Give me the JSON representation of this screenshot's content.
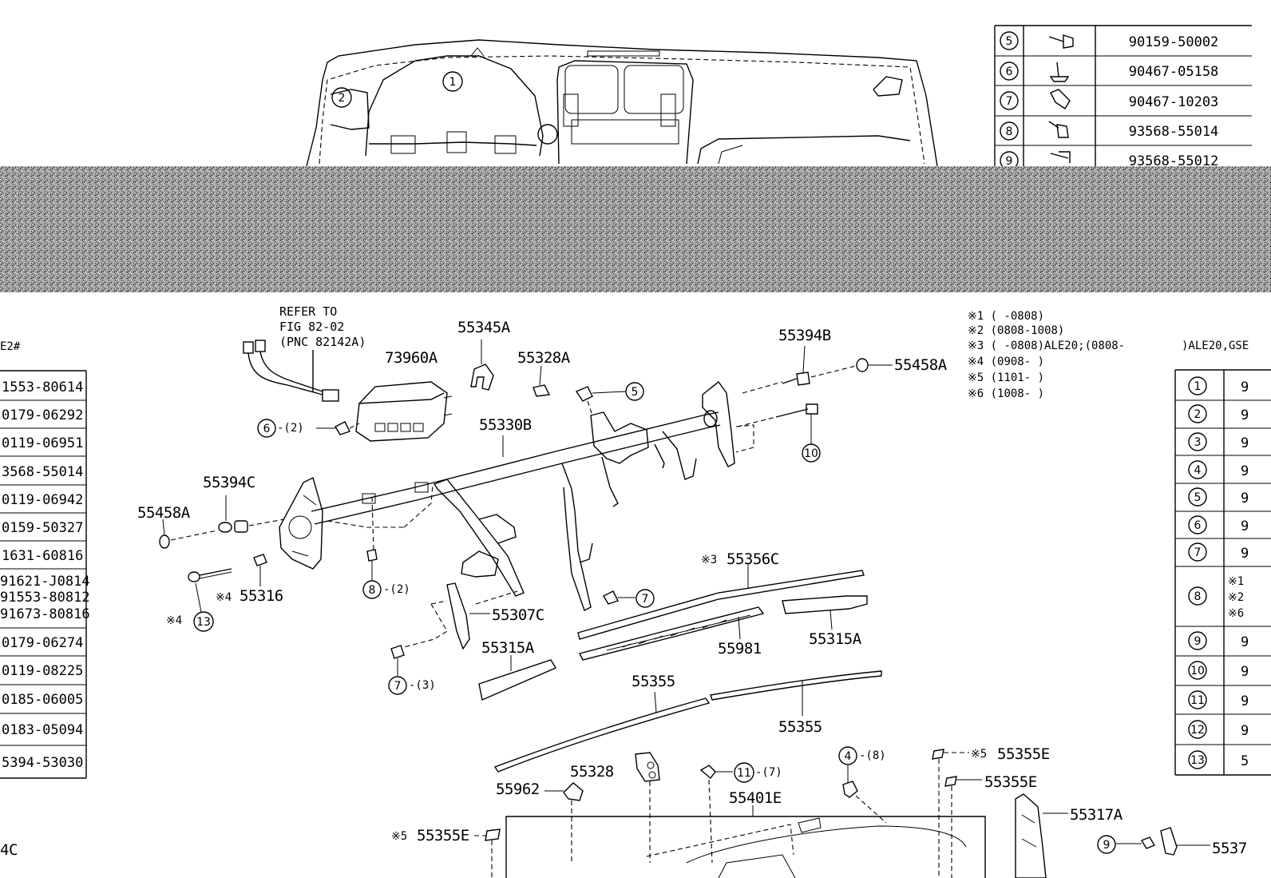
{
  "reference": {
    "line1": "REFER TO",
    "line2": "FIG 82-02",
    "line3": "(PNC 82142A)"
  },
  "notes": [
    "※1 (     -0808)",
    "※2 (0808-1008)",
    "※3 (     -0808)ALE20;(0808-",
    "※4 (0908-     )",
    "※5 (1101-     )",
    "※6 (1008-     )"
  ],
  "note3_tail": ")ALE20,GSE",
  "left_header": "E2#",
  "bottom_left_text": "4C",
  "top_table": [
    {
      "num": "5",
      "part": "90159-50002"
    },
    {
      "num": "6",
      "part": "90467-05158"
    },
    {
      "num": "7",
      "part": "90467-10203"
    },
    {
      "num": "8",
      "part": "93568-55014"
    },
    {
      "num": "9",
      "part": "93568-55012"
    }
  ],
  "left_table": [
    "1553-80614",
    "0179-06292",
    "0119-06951",
    "3568-55014",
    "0119-06942",
    "0159-50327",
    "1631-60816",
    "91621-J0814",
    "91553-80812",
    "91673-80816",
    "0179-06274",
    "0119-08225",
    "0185-06005",
    "0183-05094",
    "5394-53030"
  ],
  "right_table": [
    {
      "num": "1",
      "part": "9"
    },
    {
      "num": "2",
      "part": "9"
    },
    {
      "num": "3",
      "part": "9"
    },
    {
      "num": "4",
      "part": "9"
    },
    {
      "num": "5",
      "part": "9"
    },
    {
      "num": "6",
      "part": "9"
    },
    {
      "num": "7",
      "part": "9"
    },
    {
      "num": "8",
      "part": "※1",
      "extra": [
        "※2",
        "※6"
      ]
    },
    {
      "num": "9",
      "part": "9"
    },
    {
      "num": "10",
      "part": "9"
    },
    {
      "num": "11",
      "part": "9"
    },
    {
      "num": "12",
      "part": "9"
    },
    {
      "num": "13",
      "part": "5"
    }
  ],
  "top_circles": [
    "1",
    "2"
  ],
  "parts": {
    "p73960A": "73960A",
    "p55345A": "55345A",
    "p55328A": "55328A",
    "p55394B": "55394B",
    "p55458A_r": "55458A",
    "p55330B": "55330B",
    "p55394C": "55394C",
    "p55458A_l": "55458A",
    "p55316": "55316",
    "p55307C": "55307C",
    "p55356C": "55356C",
    "p55981": "55981",
    "p55315A_r": "55315A",
    "p55315A_l": "55315A",
    "p55355_a": "55355",
    "p55355_b": "55355",
    "p55328": "55328",
    "p55962": "55962",
    "p55401E": "55401E",
    "p55355E_a": "55355E",
    "p55355E_b": "55355E",
    "p55355E_c": "55355E",
    "p55317A": "55317A",
    "p5537x": "5537"
  },
  "callouts": {
    "c5": "5",
    "c6": "6",
    "c6q": "-(2)",
    "c10": "10",
    "c8": "8",
    "c8q": "-(2)",
    "c7a": "7",
    "c7b": "7",
    "c7q": "-(3)",
    "c13": "13",
    "c4": "4",
    "c4q": "-(8)",
    "c11": "11",
    "c11q": "-(7)",
    "c9": "9"
  },
  "marks": {
    "m3": "※3",
    "m4a": "※4",
    "m4b": "※4",
    "m5a": "※5",
    "m5b": "※5"
  }
}
